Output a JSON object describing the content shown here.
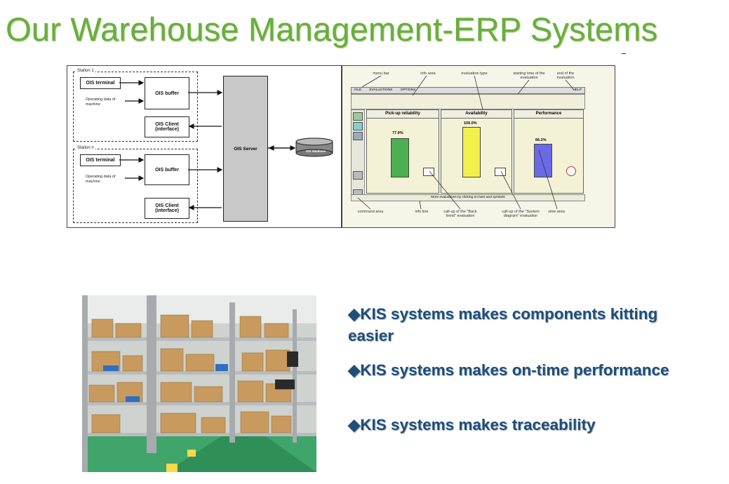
{
  "title": "Our Warehouse Management-ERP Systems",
  "diagram": {
    "station1_label": "Station 1",
    "stationn_label": "Station n",
    "ois_terminal": "OIS terminal",
    "operating_data": "Operating data of machine",
    "ois_buffer": "OIS buffer",
    "ois_client": "OIS Client (interface)",
    "ois_server": "OIS Server",
    "ois_database": "OIS database"
  },
  "screen": {
    "annotations": {
      "menu_bar": "menu bar",
      "info_area": "info area",
      "evaluation_type": "evaluation type",
      "starting_time": "starting time of the evaluation",
      "end_of_evaluation": "end of the evaluation",
      "command_area": "command area",
      "info_line": "info line",
      "callup_back_trend": "call-up of the \"Back trend\" evaluation",
      "callup_system_diagram": "call-up of the \"System diagram\" evaluation",
      "view_area": "view area"
    },
    "menu_items": [
      "FILE",
      "EVALUATIONS",
      "OPTIONS"
    ],
    "help_label": "HELP",
    "panels": [
      {
        "title": "Pick-up reliability",
        "value_label": "77.9%",
        "value": 77.9,
        "color": "#4caf50"
      },
      {
        "title": "Availability",
        "value_label": "100.0%",
        "value": 100.0,
        "color": "#f2f04a"
      },
      {
        "title": "Performance",
        "value_label": "66.2%",
        "value": 66.2,
        "color": "#6a6ae8"
      }
    ],
    "status_line": "More evaluations by clicking on bars and symbols"
  },
  "bullets": [
    "◆KIS systems makes components kitting easier",
    "◆KIS systems makes on-time performance",
    "◆KIS systems makes traceability"
  ]
}
